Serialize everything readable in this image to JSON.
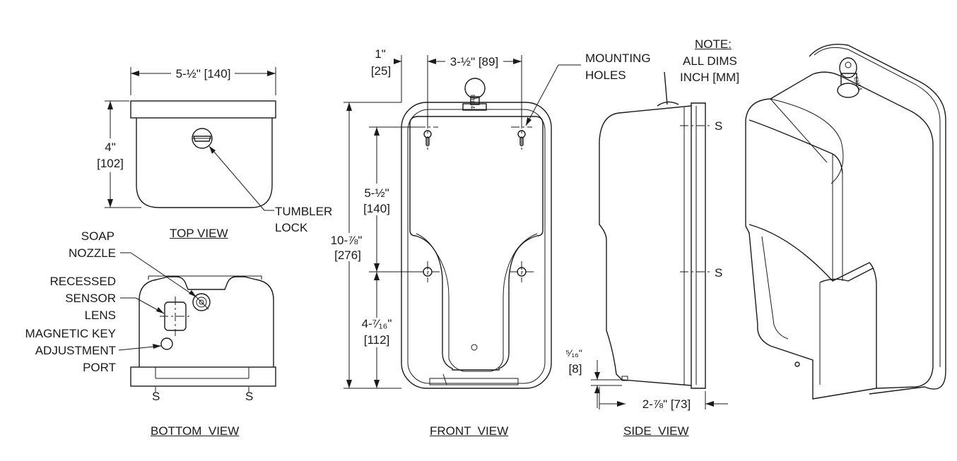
{
  "views": {
    "top": "TOP VIEW",
    "bottom": "BOTTOM  VIEW",
    "front": "FRONT  VIEW",
    "side": "SIDE  VIEW"
  },
  "note": {
    "heading": "NOTE:",
    "line1": "ALL DIMS",
    "line2": "INCH [MM]"
  },
  "callouts": {
    "tumbler_1": "TUMBLER",
    "tumbler_2": "LOCK",
    "mounting_1": "MOUNTING",
    "mounting_2": "HOLES",
    "soap_1": "SOAP",
    "soap_2": "NOZZLE",
    "sensor_1": "RECESSED",
    "sensor_2": "SENSOR",
    "sensor_3": "LENS",
    "port_1": "MAGNETIC KEY",
    "port_2": "ADJUSTMENT",
    "port_3": "PORT"
  },
  "dims": {
    "top_width": "5-½\" [140]",
    "top_height_in": "4\"",
    "top_height_mm": "[102]",
    "front_offset_in": "1\"",
    "front_offset_mm": "[25]",
    "front_holes": "3-½\" [89]",
    "front_total_in": "10-⅞\"",
    "front_total_mm": "[276]",
    "front_upper_in": "5-½\"",
    "front_upper_mm": "[140]",
    "front_lower_in": "4-⁷⁄₁₆\"",
    "front_lower_mm": "[112]",
    "side_gap_in": "⁵⁄₁₆\"",
    "side_gap_mm": "[8]",
    "side_depth": "2-⅞\" [73]"
  },
  "marks": {
    "s_side_1": "S",
    "s_side_2": "S",
    "s_bottom_1": "S",
    "s_bottom_2": "S"
  },
  "key_code": "EH14"
}
